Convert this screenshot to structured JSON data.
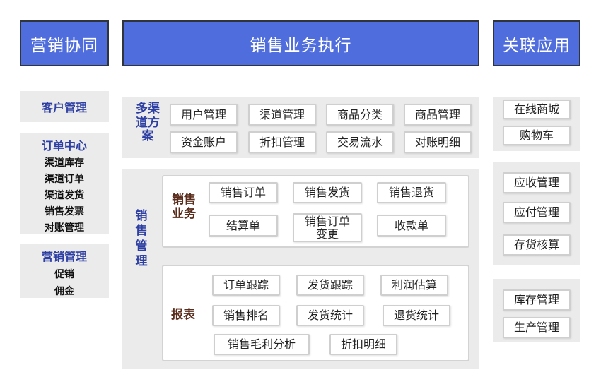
{
  "headers": {
    "left": "营销协同",
    "center": "销售业务执行",
    "right": "关联应用"
  },
  "left_panel": {
    "customer": "客户管理",
    "order_center": {
      "title": "订单中心",
      "items": [
        "渠道库存",
        "渠道订单",
        "渠道发货",
        "销售发票",
        "对账管理"
      ]
    },
    "marketing": {
      "title": "营销管理",
      "items": [
        "促销",
        "佣金"
      ]
    }
  },
  "multichannel": {
    "title": "多渠道方案",
    "title_lines": [
      "多渠",
      "道方",
      "案"
    ],
    "items": [
      "用户管理",
      "渠道管理",
      "商品分类",
      "商品管理",
      "资金账户",
      "折扣管理",
      "交易流水",
      "对账明细"
    ]
  },
  "sales_mgmt": {
    "title_chars": [
      "销",
      "售",
      "管",
      "理"
    ],
    "business": {
      "title_lines": [
        "销售",
        "业务"
      ],
      "items": [
        "销售订单",
        "销售发货",
        "销售退货",
        "结算单",
        "销售订单变更",
        "收款单"
      ],
      "order_change_lines": [
        "销售订单",
        "变更"
      ]
    },
    "report": {
      "title": "报表",
      "items": [
        "订单跟踪",
        "发货跟踪",
        "利润估算",
        "销售排名",
        "发货统计",
        "退货统计",
        "销售毛利分析",
        "折扣明细"
      ]
    }
  },
  "right_panel": {
    "group1": [
      "在线商城",
      "购物车"
    ],
    "group2": [
      "应收管理",
      "应付管理",
      "存货核算"
    ],
    "group3": [
      "库存管理",
      "生产管理"
    ]
  },
  "colors": {
    "header_fill": "#4f6ddc",
    "header_border": "#30343c",
    "blue_text": "#2e3fa3",
    "brown_text": "#5a2c1c",
    "panel_gray": "#ebebeb"
  }
}
